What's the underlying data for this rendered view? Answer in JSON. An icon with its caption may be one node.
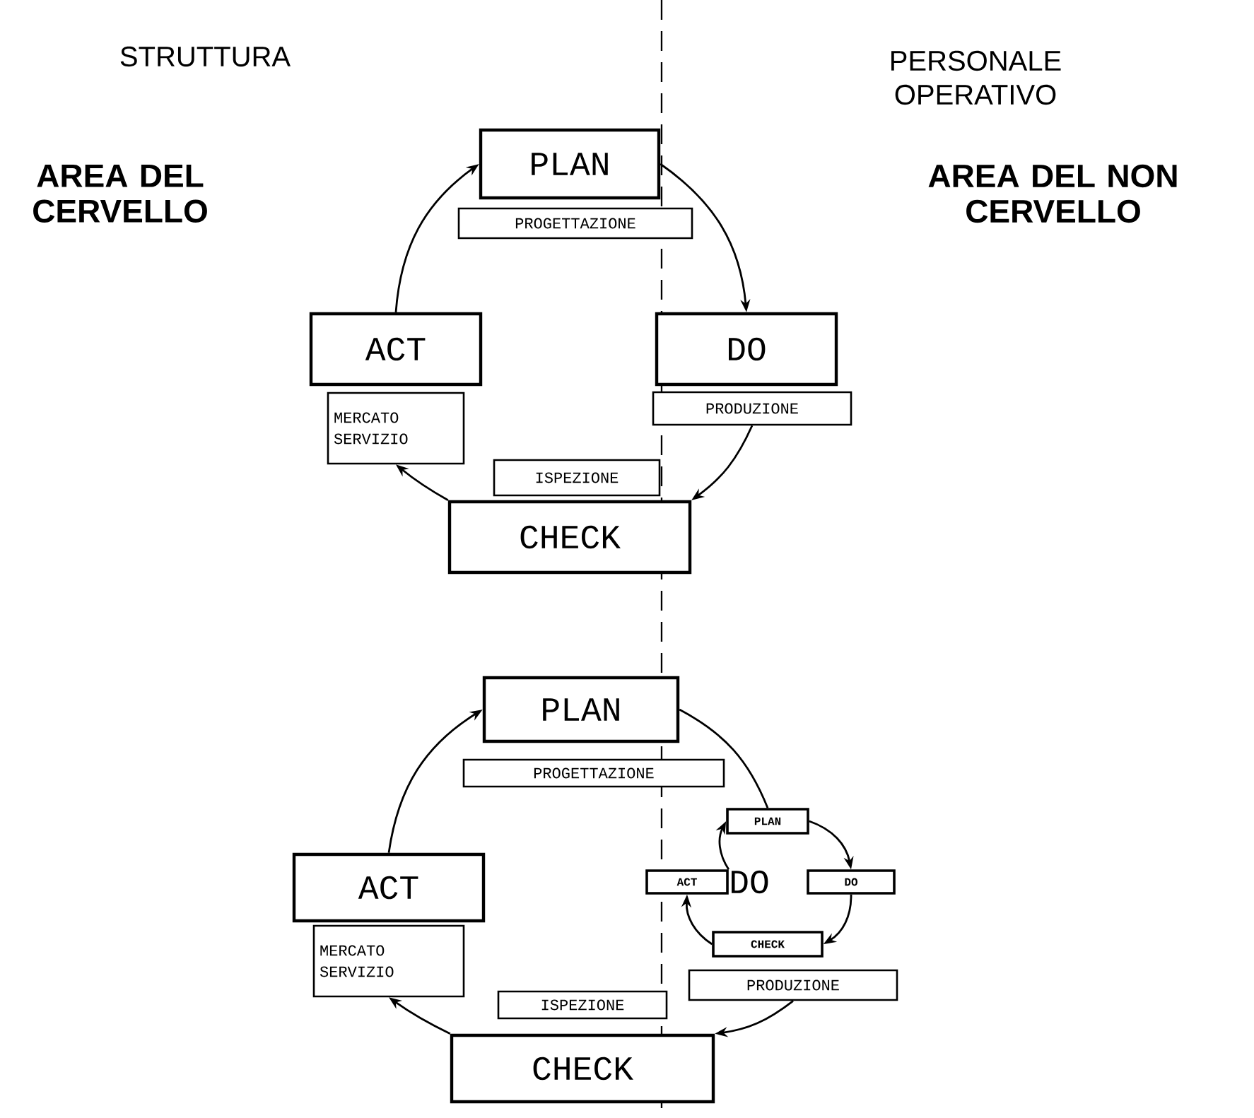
{
  "diagram": {
    "nodes": [
      {
        "text": [
          "PLAN"
        ]
      },
      {
        "text": [
          "PROGETTAZIONE"
        ]
      },
      {
        "text": [
          "ACT"
        ]
      },
      {
        "text": [
          "MERCATO SERVIZIO"
        ]
      },
      {
        "text": [
          "DO"
        ]
      },
      {
        "text": [
          "PRODUZIONE"
        ]
      },
      {
        "text": [
          "ISPEZIONE"
        ]
      },
      {
        "text": [
          "CHECK"
        ]
      },
      {
        "text": [
          "PLAN"
        ]
      },
      {
        "text": [
          "PROGETTAZIONE"
        ]
      },
      {
        "text": [
          "PLAN"
        ]
      },
      {
        "text": [
          "ACT"
        ]
      },
      {
        "text": [
          "DO"
        ]
      },
      {
        "text": [
          "DO"
        ]
      },
      {
        "text": [
          "CHECK"
        ]
      },
      {
        "text": [
          "PRODUZIONE"
        ]
      },
      {
        "text": [
          "ACT"
        ]
      },
      {
        "text": [
          "MERCATO SERVIZIO"
        ]
      },
      {
        "text": [
          "ISPEZIONE"
        ]
      },
      {
        "text": [
          "CHECK"
        ]
      }
    ],
    "edges": [
      {
        "from": 2,
        "to": 0,
        "arrow": "to"
      },
      {
        "from": 0,
        "to": 4,
        "arrow": "to"
      },
      {
        "from": 5,
        "to": 7,
        "arrow": "to"
      },
      {
        "from": 7,
        "to": 3,
        "arrow": "to"
      },
      {
        "from": 16,
        "to": 8,
        "arrow": "to"
      },
      {
        "from": 8,
        "to": 10,
        "arrow": "none"
      },
      {
        "from": 11,
        "to": 10,
        "arrow": "to"
      },
      {
        "from": 10,
        "to": 13,
        "arrow": "to"
      },
      {
        "from": 13,
        "to": 14,
        "arrow": "to"
      },
      {
        "from": 14,
        "to": 11,
        "arrow": "to"
      },
      {
        "from": 15,
        "to": 19,
        "arrow": "to"
      },
      {
        "from": 19,
        "to": 17,
        "arrow": "to"
      }
    ],
    "labels": [
      "STRUTTURA",
      "PERSONALE OPERATIVO",
      "AREA DEL CERVELLO",
      "AREA DEL NON CERVELLO"
    ]
  }
}
